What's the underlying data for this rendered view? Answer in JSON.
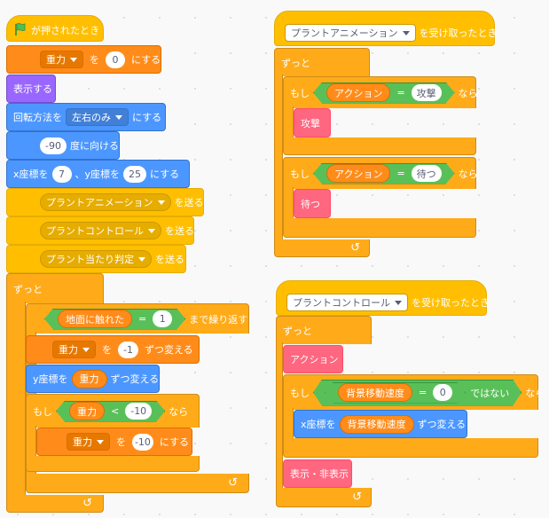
{
  "script1": {
    "hat_label": "が押されたとき",
    "set_gravity": {
      "var": "重力",
      "mid": "を",
      "value": "0",
      "suffix": "にする"
    },
    "show": "表示する",
    "rotation": {
      "prefix": "回転方法を",
      "value": "左右のみ",
      "suffix": "にする"
    },
    "point": {
      "value": "-90",
      "suffix": "度に向ける"
    },
    "goto": {
      "x_label": "x座標を",
      "x": "7",
      "sep": "、y座標を",
      "y": "25",
      "suffix": "にする"
    },
    "broadcast1": {
      "msg": "プラントアニメーション",
      "suffix": "を送る"
    },
    "broadcast2": {
      "msg": "プラントコントロール",
      "suffix": "を送る"
    },
    "broadcast3": {
      "msg": "プラント当たり判定",
      "suffix": "を送る"
    },
    "forever": "ずっと",
    "repeat_until": {
      "sensing": "地面に触れた",
      "eq": "=",
      "value": "1",
      "suffix": "まで繰り返す"
    },
    "change_gravity": {
      "var": "重力",
      "mid": "を",
      "value": "-1",
      "suffix": "ずつ変える"
    },
    "change_y": {
      "prefix": "y座標を",
      "var": "重力",
      "suffix": "ずつ変える"
    },
    "if": {
      "prefix": "もし",
      "var": "重力",
      "op": "<",
      "value": "-10",
      "suffix": "なら"
    },
    "set_gravity2": {
      "var": "重力",
      "mid": "を",
      "value": "-10",
      "suffix": "にする"
    }
  },
  "script2": {
    "hat_msg": "プラントアニメーション",
    "hat_suffix": "を受け取ったとき",
    "forever": "ずっと",
    "if1": {
      "prefix": "もし",
      "var": "アクション",
      "eq": "=",
      "value": "攻撃",
      "suffix": "なら",
      "body": "攻撃"
    },
    "if2": {
      "prefix": "もし",
      "var": "アクション",
      "eq": "=",
      "value": "待つ",
      "suffix": "なら",
      "body": "待つ"
    }
  },
  "script3": {
    "hat_msg": "プラントコントロール",
    "hat_suffix": "を受け取ったとき",
    "forever": "ずっと",
    "action": "アクション",
    "if": {
      "prefix": "もし",
      "var": "背景移動速度",
      "eq": "=",
      "value": "0",
      "not": "ではない",
      "suffix": "なら"
    },
    "change_x": {
      "prefix": "x座標を",
      "var": "背景移動速度",
      "suffix": "ずつ変える"
    },
    "show_hide": "表示・非表示"
  }
}
